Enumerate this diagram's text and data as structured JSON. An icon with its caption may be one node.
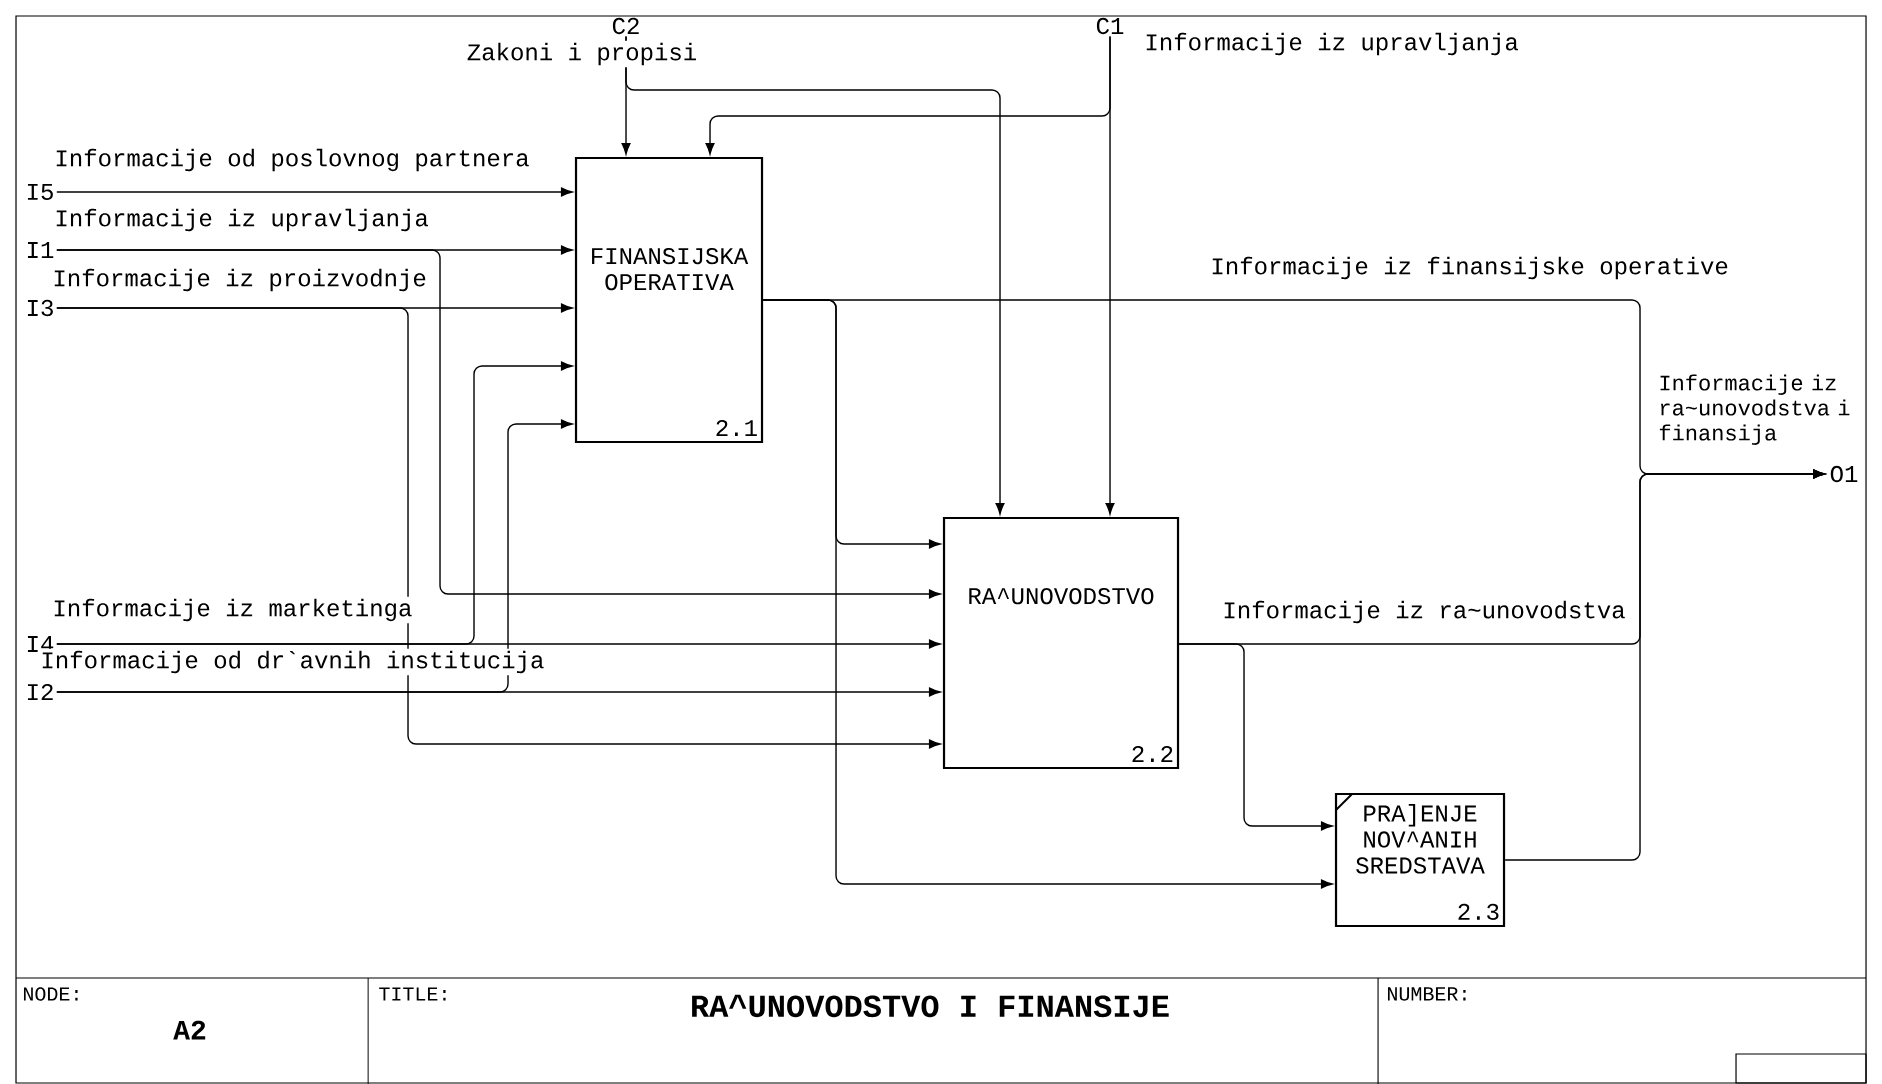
{
  "diagram": {
    "title": "RA^UNOVODSTVO I FINANSIJE",
    "nodes": [
      {
        "text": [
          "FINANSIJSKA OPERATIVA",
          "2.1"
        ]
      },
      {
        "text": [
          "RA^UNOVODSTVO",
          "2.2"
        ]
      },
      {
        "text": [
          "PRA]ENJE NOV^ANIH SREDSTAVA",
          "2.3"
        ]
      },
      {
        "text": [
          "C2"
        ]
      },
      {
        "text": [
          "C1"
        ]
      },
      {
        "text": [
          "I5"
        ]
      },
      {
        "text": [
          "I1"
        ]
      },
      {
        "text": [
          "I3"
        ]
      },
      {
        "text": [
          "I4"
        ]
      },
      {
        "text": [
          "I2"
        ]
      },
      {
        "text": [
          "O1"
        ]
      }
    ],
    "edges": [
      {
        "from": 3,
        "to": 0,
        "arrow": "to",
        "label": "Zakoni i propisi"
      },
      {
        "from": 3,
        "to": 1,
        "arrow": "to"
      },
      {
        "from": 4,
        "to": 1,
        "arrow": "to",
        "label": "Informacije iz upravljanja"
      },
      {
        "from": 4,
        "to": 0,
        "arrow": "to"
      },
      {
        "from": 5,
        "to": 0,
        "arrow": "to",
        "label": "Informacije od poslovnog partnera"
      },
      {
        "from": 6,
        "to": 0,
        "arrow": "to",
        "label": "Informacije iz upravljanja"
      },
      {
        "from": 6,
        "to": 1,
        "arrow": "to"
      },
      {
        "from": 7,
        "to": 0,
        "arrow": "to",
        "label": "Informacije iz proizvodnje"
      },
      {
        "from": 7,
        "to": 1,
        "arrow": "to"
      },
      {
        "from": 8,
        "to": 1,
        "arrow": "to",
        "label": "Informacije iz marketinga"
      },
      {
        "from": 8,
        "to": 0,
        "arrow": "to"
      },
      {
        "from": 9,
        "to": 1,
        "arrow": "to",
        "label": "Informacije od dr`avnih institucija"
      },
      {
        "from": 9,
        "to": 0,
        "arrow": "to"
      },
      {
        "from": 0,
        "to": 1,
        "arrow": "to"
      },
      {
        "from": 0,
        "to": 2,
        "arrow": "to"
      },
      {
        "from": 0,
        "to": 10,
        "arrow": "to",
        "label": "Informacije iz finansijske operative"
      },
      {
        "from": 1,
        "to": 2,
        "arrow": "to"
      },
      {
        "from": 1,
        "to": 10,
        "arrow": "to",
        "label": "Informacije iz ra~unovodstva"
      },
      {
        "from": 2,
        "to": 10,
        "arrow": "to",
        "label": "Informacije iz ra~unovodstva i finansija"
      }
    ],
    "labels": [
      "NODE:",
      "A2",
      "TITLE:",
      "NUMBER:"
    ]
  }
}
